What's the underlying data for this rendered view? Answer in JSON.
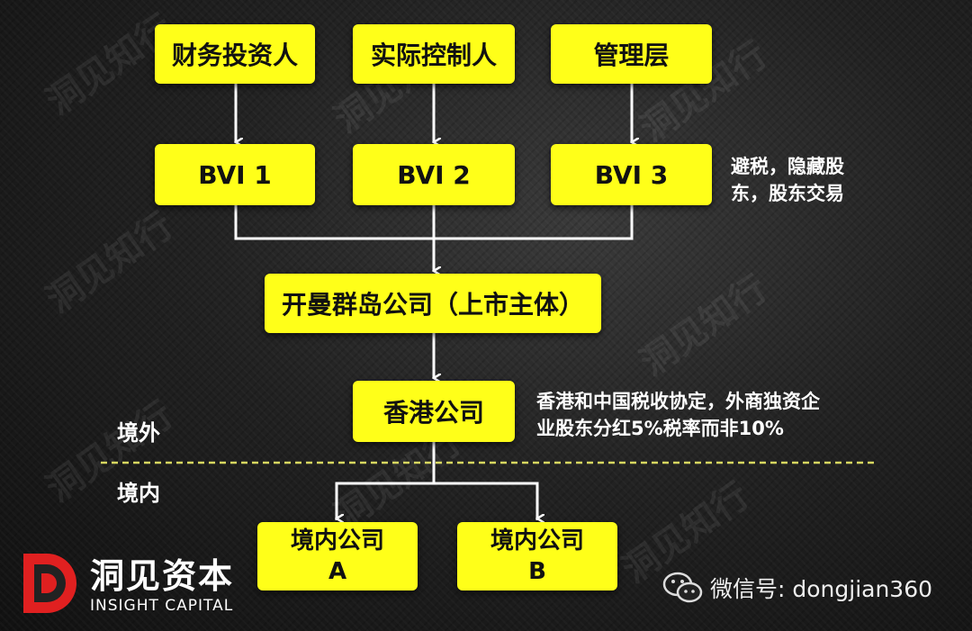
{
  "shareholders": [
    "财务投资人",
    "实际控制人",
    "管理层"
  ],
  "bvi": [
    "BVI 1",
    "BVI 2",
    "BVI 3"
  ],
  "bvi_note": [
    "避税，隐藏股",
    "东，股东交易"
  ],
  "cayman": "开曼群岛公司（上市主体）",
  "hk": "香港公司",
  "hk_note": [
    "香港和中国税收协定，外商独资企",
    "业股东分红5%税率而非10%"
  ],
  "zone_outside": "境外",
  "zone_inside": "境内",
  "domestic": [
    {
      "line1": "境内公司",
      "line2": "A"
    },
    {
      "line1": "境内公司",
      "line2": "B"
    }
  ],
  "watermark": "洞见知行",
  "logo": {
    "cn": "洞见资本",
    "en": "INSIGHT CAPITAL"
  },
  "wechat": "微信号: dongjian360",
  "colors": {
    "box": "#ffff19",
    "dashed": "#d8d860"
  }
}
